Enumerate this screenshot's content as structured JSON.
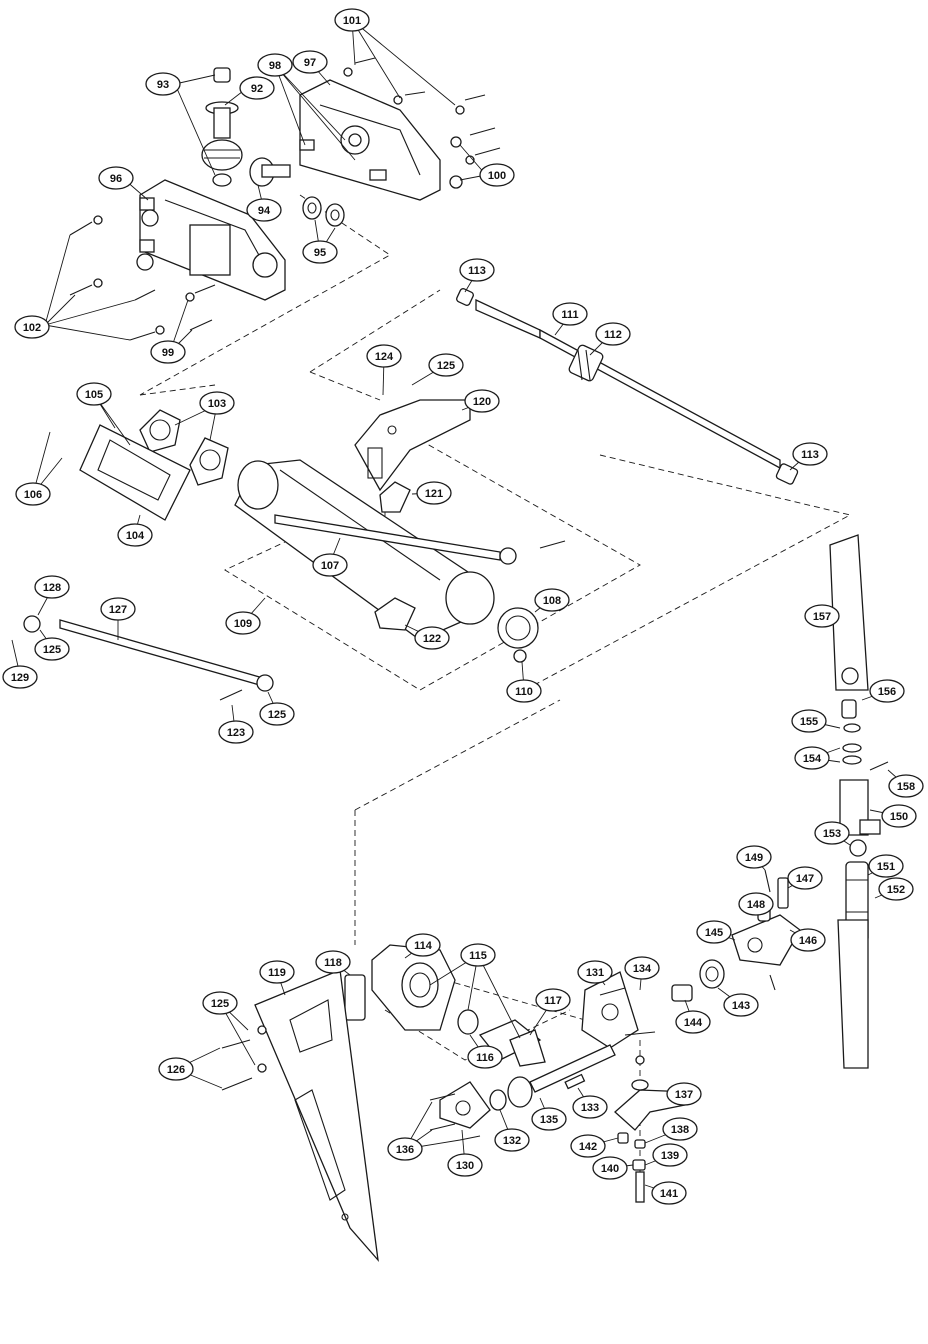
{
  "colors": {
    "line": "#1a1a1a",
    "background": "#ffffff"
  },
  "callouts": [
    {
      "id": "c93",
      "text": "93"
    },
    {
      "id": "c92",
      "text": "92"
    },
    {
      "id": "c98",
      "text": "98"
    },
    {
      "id": "c97",
      "text": "97"
    },
    {
      "id": "c101",
      "text": "101"
    },
    {
      "id": "c96",
      "text": "96"
    },
    {
      "id": "c94",
      "text": "94"
    },
    {
      "id": "c95",
      "text": "95"
    },
    {
      "id": "c100",
      "text": "100"
    },
    {
      "id": "c102",
      "text": "102"
    },
    {
      "id": "c99",
      "text": "99"
    },
    {
      "id": "c113a",
      "text": "113"
    },
    {
      "id": "c111",
      "text": "111"
    },
    {
      "id": "c112",
      "text": "112"
    },
    {
      "id": "c124",
      "text": "124"
    },
    {
      "id": "c125a",
      "text": "125"
    },
    {
      "id": "c120",
      "text": "120"
    },
    {
      "id": "c105",
      "text": "105"
    },
    {
      "id": "c103",
      "text": "103"
    },
    {
      "id": "c113b",
      "text": "113"
    },
    {
      "id": "c106",
      "text": "106"
    },
    {
      "id": "c121",
      "text": "121"
    },
    {
      "id": "c104",
      "text": "104"
    },
    {
      "id": "c107",
      "text": "107"
    },
    {
      "id": "c128",
      "text": "128"
    },
    {
      "id": "c127",
      "text": "127"
    },
    {
      "id": "c109",
      "text": "109"
    },
    {
      "id": "c108",
      "text": "108"
    },
    {
      "id": "c157",
      "text": "157"
    },
    {
      "id": "c125b",
      "text": "125"
    },
    {
      "id": "c122",
      "text": "122"
    },
    {
      "id": "c129",
      "text": "129"
    },
    {
      "id": "c110",
      "text": "110"
    },
    {
      "id": "c156",
      "text": "156"
    },
    {
      "id": "c125c",
      "text": "125"
    },
    {
      "id": "c123",
      "text": "123"
    },
    {
      "id": "c155",
      "text": "155"
    },
    {
      "id": "c154",
      "text": "154"
    },
    {
      "id": "c158",
      "text": "158"
    },
    {
      "id": "c150",
      "text": "150"
    },
    {
      "id": "c153",
      "text": "153"
    },
    {
      "id": "c149",
      "text": "149"
    },
    {
      "id": "c151",
      "text": "151"
    },
    {
      "id": "c147",
      "text": "147"
    },
    {
      "id": "c152",
      "text": "152"
    },
    {
      "id": "c148",
      "text": "148"
    },
    {
      "id": "c146",
      "text": "146"
    },
    {
      "id": "c145",
      "text": "145"
    },
    {
      "id": "c114",
      "text": "114"
    },
    {
      "id": "c118",
      "text": "118"
    },
    {
      "id": "c119",
      "text": "119"
    },
    {
      "id": "c115",
      "text": "115"
    },
    {
      "id": "c131",
      "text": "131"
    },
    {
      "id": "c134",
      "text": "134"
    },
    {
      "id": "c143",
      "text": "143"
    },
    {
      "id": "c117",
      "text": "117"
    },
    {
      "id": "c144",
      "text": "144"
    },
    {
      "id": "c125d",
      "text": "125"
    },
    {
      "id": "c116",
      "text": "116"
    },
    {
      "id": "c126",
      "text": "126"
    },
    {
      "id": "c137",
      "text": "137"
    },
    {
      "id": "c133",
      "text": "133"
    },
    {
      "id": "c135",
      "text": "135"
    },
    {
      "id": "c138",
      "text": "138"
    },
    {
      "id": "c132",
      "text": "132"
    },
    {
      "id": "c136",
      "text": "136"
    },
    {
      "id": "c142",
      "text": "142"
    },
    {
      "id": "c139",
      "text": "139"
    },
    {
      "id": "c130",
      "text": "130"
    },
    {
      "id": "c140",
      "text": "140"
    },
    {
      "id": "c141",
      "text": "141"
    }
  ]
}
